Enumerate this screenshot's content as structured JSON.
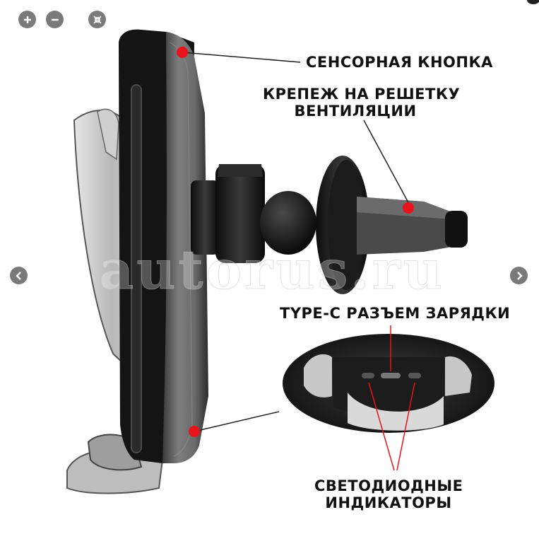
{
  "viewer": {
    "controls": {
      "zoom_in": "+",
      "zoom_out": "−",
      "fit": "⤡"
    },
    "nav": {
      "prev": "‹",
      "next": "›"
    }
  },
  "image": {
    "labels": {
      "touch_button": "СЕНСОРНАЯ КНОПКА",
      "vent_mount_line1": "КРЕПЕЖ НА РЕШЕТКУ",
      "vent_mount_line2": "ВЕНТИЛЯЦИИ",
      "type_c": "TYPE-C РАЗЪЕМ ЗАРЯДКИ",
      "led_line1": "СВЕТОДИОДНЫЕ",
      "led_line2": "ИНДИКАТОРЫ"
    },
    "watermark": "autorus.ru",
    "marker_color": "#e8141c"
  }
}
